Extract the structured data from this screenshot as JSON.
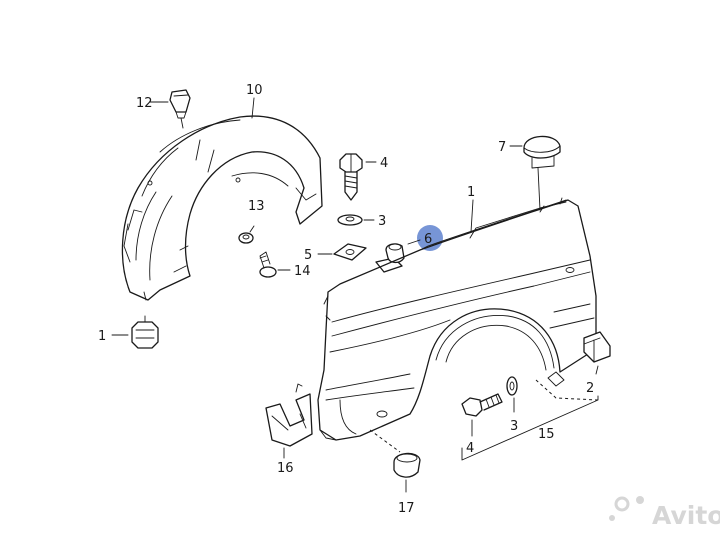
{
  "callouts": {
    "fender": "1",
    "liner_plug": "1",
    "clip_front": "2",
    "washer_top": "3",
    "washer_bottom": "3",
    "bolt_top": "4",
    "bolt_bottom": "4",
    "plate": "5",
    "rubber_buffer": "6",
    "cap": "7",
    "wheel_liner": "10",
    "clip_12": "12",
    "grommet_13": "13",
    "screw_14": "14",
    "group_15": "15",
    "bracket_16": "16",
    "grommet_17": "17"
  },
  "watermark": {
    "text": "Avito"
  },
  "highlight_color": "#4a72c8"
}
